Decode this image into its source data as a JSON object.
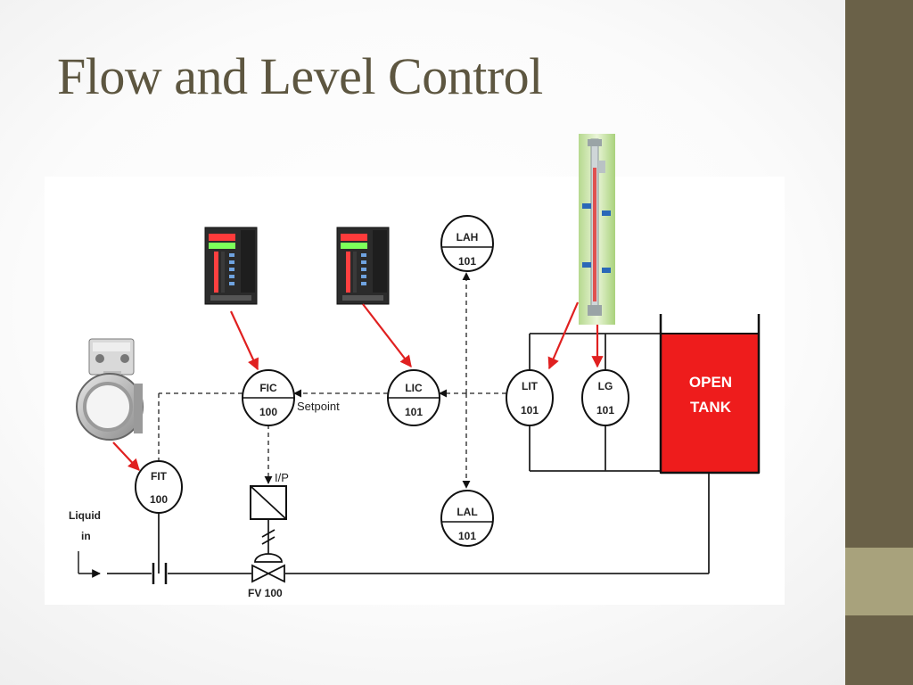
{
  "slide": {
    "title": "Flow and Level Control"
  },
  "instruments": {
    "fic": {
      "tag": "FIC",
      "number": "100"
    },
    "lic": {
      "tag": "LIC",
      "number": "101"
    },
    "lah": {
      "tag": "LAH",
      "number": "101"
    },
    "lal": {
      "tag": "LAL",
      "number": "101"
    },
    "lit": {
      "tag": "LIT",
      "number": "101"
    },
    "lg": {
      "tag": "LG",
      "number": "101"
    },
    "fit": {
      "tag": "FIT",
      "number": "100"
    }
  },
  "labels": {
    "setpoint": "Setpoint",
    "ip": "I/P",
    "liquid_line1": "Liquid",
    "liquid_line2": "in",
    "valve": "FV 100",
    "tank_line1": "OPEN",
    "tank_line2": "TANK"
  },
  "colors": {
    "accent_bar": "#6a6148",
    "accent_block": "#a8a27c",
    "title": "#5d5640",
    "tank": "#ee1c1c",
    "arrow": "#e02020"
  }
}
